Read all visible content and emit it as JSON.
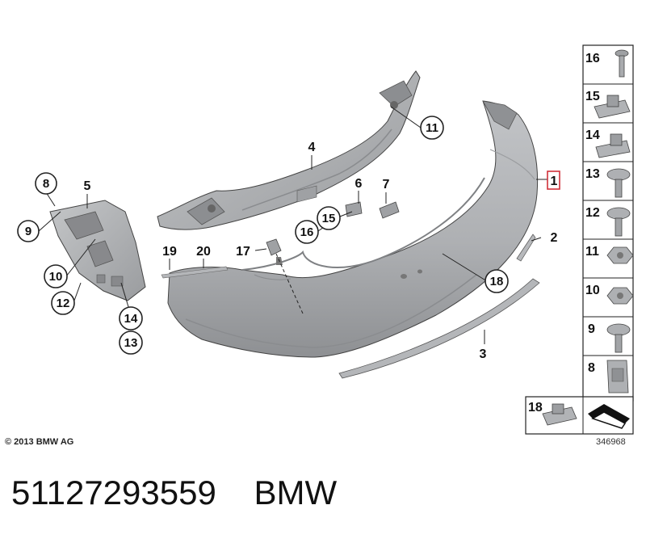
{
  "callouts": {
    "c1": "1",
    "c2": "2",
    "c3": "3",
    "c4": "4",
    "c5": "5",
    "c6": "6",
    "c7": "7",
    "c8": "8",
    "c9": "9",
    "c10": "10",
    "c11": "11",
    "c12": "12",
    "c13": "13",
    "c14": "14",
    "c15": "15",
    "c16": "16",
    "c17": "17",
    "c18": "18",
    "c19": "19",
    "c20": "20"
  },
  "sidebar": {
    "items": [
      {
        "label": "16",
        "icon": "screw-icon"
      },
      {
        "label": "15",
        "icon": "clip-nut-icon"
      },
      {
        "label": "14",
        "icon": "clip-nut-icon"
      },
      {
        "label": "13",
        "icon": "expanding-rivet-icon"
      },
      {
        "label": "12",
        "icon": "expanding-rivet-icon"
      },
      {
        "label": "11",
        "icon": "hex-nut-icon"
      },
      {
        "label": "10",
        "icon": "hex-nut-icon"
      },
      {
        "label": "9",
        "icon": "flange-screw-icon"
      },
      {
        "label": "8",
        "icon": "spring-nut-icon"
      }
    ],
    "bottom_left": {
      "label": "18",
      "icon": "clip-icon"
    },
    "bottom_right": {
      "icon": "arrow-bracket-icon"
    }
  },
  "footer": {
    "copyright": "© 2013 BMW AG",
    "image_number": "346968",
    "caption": "51127293559    BMW"
  },
  "colors": {
    "part_fill": "#aeb0b3",
    "part_shade": "#8f9194",
    "outline": "#222222",
    "highlight": "#d0303a"
  }
}
